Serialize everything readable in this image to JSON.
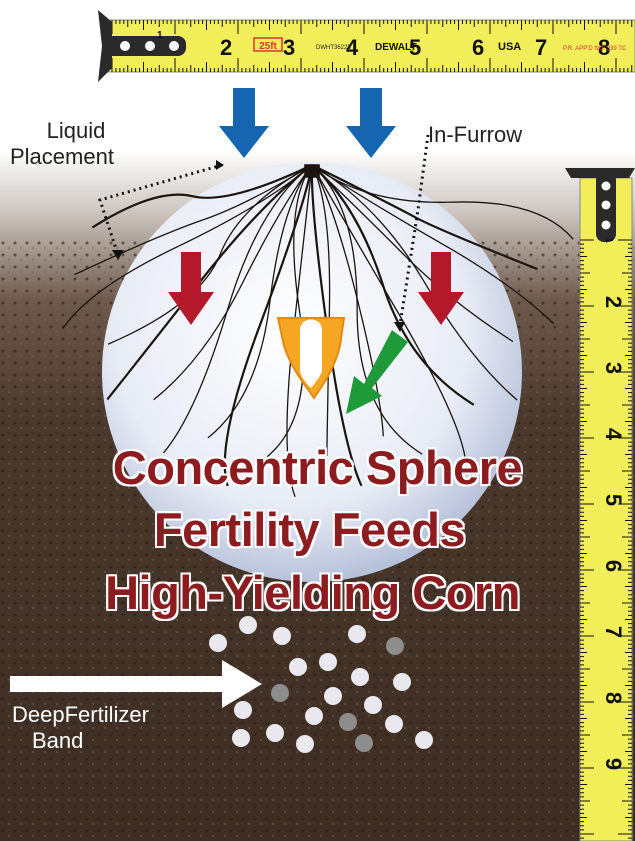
{
  "labels": {
    "liquid": "Liquid Placement",
    "liquid_line1": "Liquid",
    "liquid_line2": "Placement",
    "infurrow": "In-Furrow",
    "deep_line1": "DeepFertilizer",
    "deep_line2": "Band"
  },
  "title": {
    "line1": "Concentric Sphere",
    "line2": "Fertility Feeds",
    "line3": "High-Yielding Corn"
  },
  "tape": {
    "numbers": [
      "1",
      "2",
      "3",
      "4",
      "5",
      "6",
      "7",
      "8",
      "9"
    ],
    "brand": "DEWALT",
    "length_badge": "25ft",
    "model": "DWHT36225",
    "origin": "USA",
    "patent": "P.R. APP'D NO. 339 TC"
  },
  "colors": {
    "title": "#8c1c1f",
    "blue_arrow": "#1565b0",
    "red_arrow": "#b3182b",
    "green_arrow": "#1f9a3b",
    "tape": "#f2ee5a",
    "seed": "#f5a623"
  }
}
